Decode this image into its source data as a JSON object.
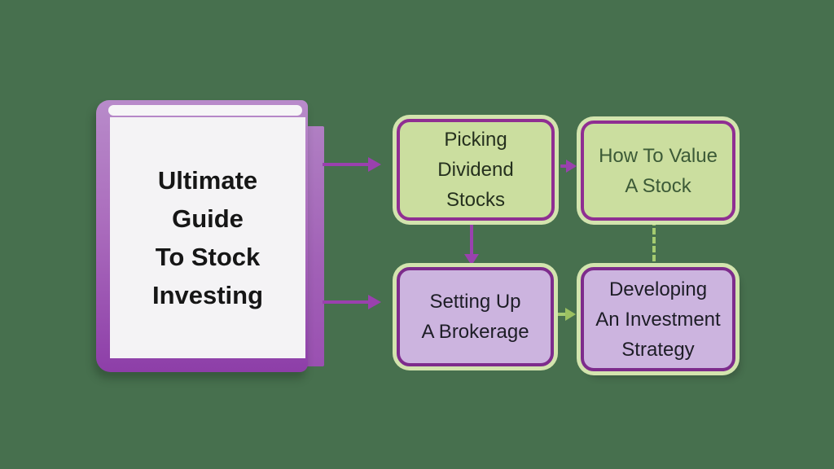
{
  "background_color": "#47704e",
  "book": {
    "title_lines": [
      "Ultimate",
      "Guide",
      "To Stock",
      "Investing"
    ],
    "cover_color_top": "#b88bca",
    "cover_color_bottom": "#8d3ea8",
    "page_color": "#f4f3f5",
    "title_color": "#161616"
  },
  "nodes": [
    {
      "id": "picking-dividend-stocks",
      "lines": [
        "Picking",
        "Dividend",
        "Stocks"
      ],
      "fill": "#cbde9f",
      "border_color": "#8f2e92",
      "halo_color": "#d3e4ae",
      "text_color": "#25301e"
    },
    {
      "id": "how-to-value-a-stock",
      "lines": [
        "How To Value",
        "A Stock"
      ],
      "fill": "#cbde9f",
      "border_color": "#8f2e92",
      "halo_color": "#d3e4ae",
      "text_color": "#3c5a37"
    },
    {
      "id": "setting-up-a-brokerage",
      "lines": [
        "Setting Up",
        "A Brokerage"
      ],
      "fill": "#ccb4df",
      "border_color": "#7d2c8c",
      "halo_color": "#d3e4ae",
      "text_color": "#1d1d26"
    },
    {
      "id": "developing-an-investment-strategy",
      "lines": [
        "Developing",
        "An Investment",
        "Strategy"
      ],
      "fill": "#ccb4df",
      "border_color": "#7d2c8c",
      "halo_color": "#d3e4ae",
      "text_color": "#1d1d26"
    }
  ],
  "connectors": [
    {
      "from": "book",
      "to": "picking-dividend-stocks",
      "style": "solid",
      "direction": "right",
      "color": "#9a41ae"
    },
    {
      "from": "book",
      "to": "setting-up-a-brokerage",
      "style": "solid",
      "direction": "right",
      "color": "#9a41ae"
    },
    {
      "from": "picking-dividend-stocks",
      "to": "how-to-value-a-stock",
      "style": "dashed",
      "direction": "right",
      "color": "#9a41ae"
    },
    {
      "from": "picking-dividend-stocks",
      "to": "setting-up-a-brokerage",
      "style": "solid",
      "direction": "down",
      "color": "#9a41ae"
    },
    {
      "from": "how-to-value-a-stock",
      "to": "developing-an-investment-strategy",
      "style": "dashed",
      "direction": "down",
      "color": "#a5cb70"
    },
    {
      "from": "setting-up-a-brokerage",
      "to": "developing-an-investment-strategy",
      "style": "dashed",
      "direction": "right",
      "color": "#9cc161"
    }
  ]
}
